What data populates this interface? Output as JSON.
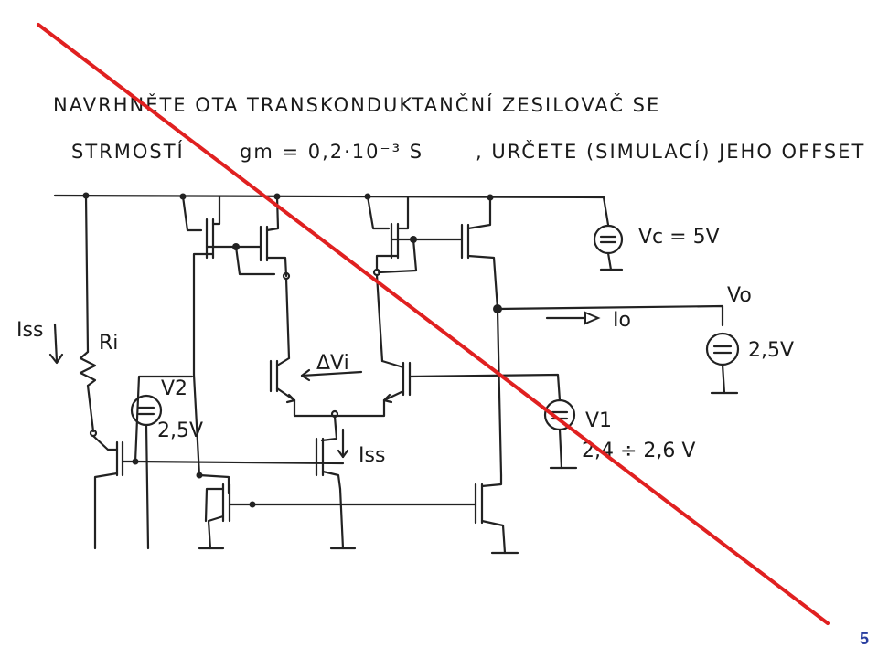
{
  "task": {
    "line1": "NAVRHNĚTE OTA TRANSKONDUKTANČNÍ ZESILOVAČ SE",
    "line2a": "STRMOSTÍ",
    "gm": "gm = 0,2·10⁻³ S",
    "line2b": ", URČETE (SIMULACÍ) JEHO OFFSET"
  },
  "labels": {
    "vc": "Vc = 5V",
    "vo_name": "Vo",
    "vo_value": "2,5V",
    "io": "Io",
    "iss_left": "Iss",
    "ri": "Ri",
    "v2_name": "V2",
    "v2_value": "2,5V",
    "v1_name": "V1",
    "v1_value": "2,4 ÷ 2,6 V",
    "dvi": "ΔVi",
    "iss_tail": "Iss"
  },
  "slide_number": "5",
  "colors": {
    "strike": "#e02020",
    "ink": "#222222",
    "slide_number": "#2a3fa0"
  }
}
